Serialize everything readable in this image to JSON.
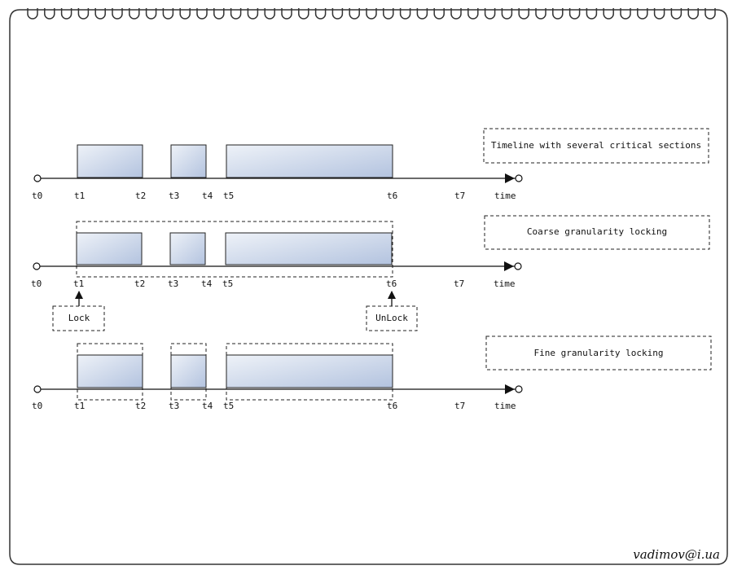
{
  "diagram": {
    "timelines": [
      {
        "title": "Timeline with several critical sections",
        "ticks": [
          "t0",
          "t1",
          "t2",
          "t3",
          "t4",
          "t5",
          "t6",
          "t7",
          "time"
        ]
      },
      {
        "title": "Coarse granularity locking",
        "ticks": [
          "t0",
          "t1",
          "t2",
          "t3",
          "t4",
          "t5",
          "t6",
          "t7",
          "time"
        ],
        "lock_label": "Lock",
        "unlock_label": "UnLock"
      },
      {
        "title": "Fine granularity locking",
        "ticks": [
          "t0",
          "t1",
          "t2",
          "t3",
          "t4",
          "t5",
          "t6",
          "t7",
          "time"
        ]
      }
    ],
    "signature": "vadimov@i.ua",
    "colors": {
      "block_light": "#eef2f8",
      "block_dark": "#b3c3df",
      "stroke": "#1a1a1a"
    }
  }
}
